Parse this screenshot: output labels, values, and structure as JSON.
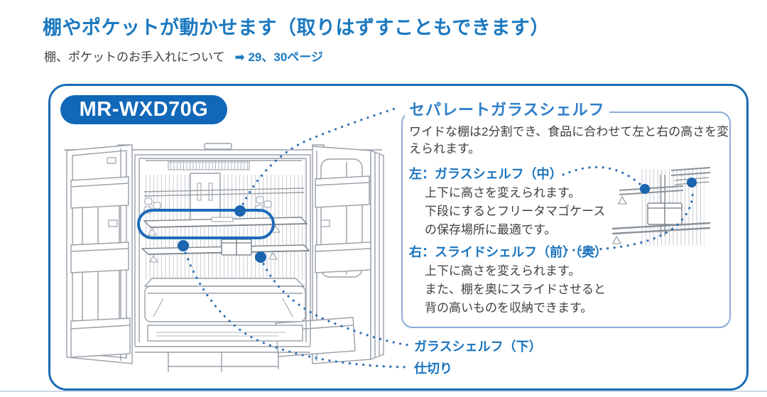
{
  "header": {
    "title": "棚やポケットが動かせます（取りはずすこともできます）",
    "care_note": "棚、ポケットのお手入れについて",
    "care_link": "➡ 29、30ページ"
  },
  "model_badge": "MR-WXD70G",
  "panel": {
    "heading": "セパレートガラスシェルフ",
    "intro": "ワイドな棚は2分割でき、食品に合わせて左と右の高さを変えられます。",
    "sections": [
      {
        "label": "左：ガラスシェルフ（中）",
        "lines": [
          "上下に高さを変えられます。",
          "下段にするとフリータマゴケース",
          "の保存場所に最適です。"
        ]
      },
      {
        "label": "右：スライドシェルフ（前）（奥）",
        "lines": [
          "上下に高さを変えられます。",
          "また、棚を奥にスライドさせると",
          "背の高いものを収納できます。"
        ]
      }
    ]
  },
  "callouts": {
    "lower_shelf": "ガラスシェルフ（下）",
    "divider": "仕切り"
  },
  "colors": {
    "title_blue": "#1b79c0",
    "badge_blue": "#1167b8",
    "box_border_blue": "#1a6cb4",
    "panel_border_blue": "#8cabd8",
    "label_blue": "#1a74bd",
    "dot_blue": "#2f6fb5",
    "highlight_blue": "#1e6ab8",
    "body_gray": "#3d3f42",
    "line_gray": "#98a0a8"
  }
}
